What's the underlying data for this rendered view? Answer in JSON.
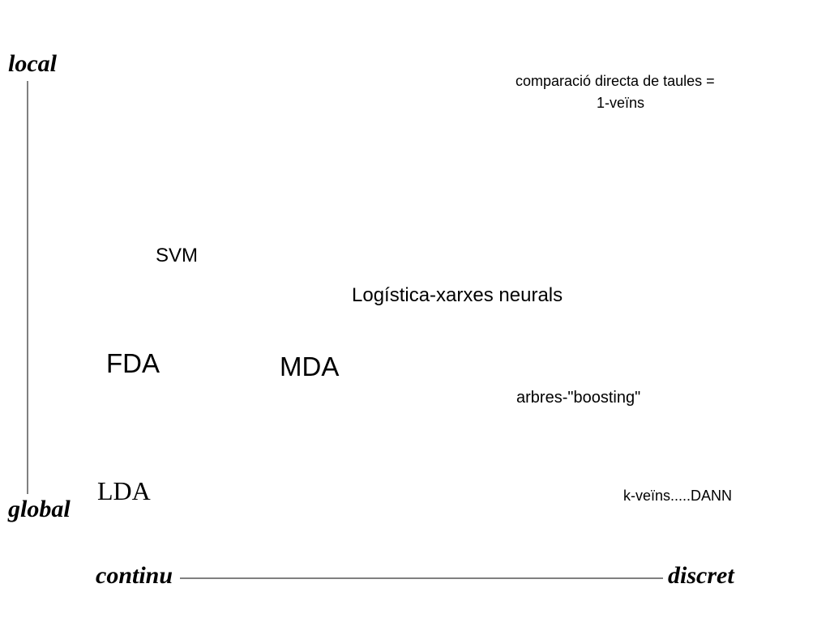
{
  "axes": {
    "vertical": {
      "top_label": "local",
      "bottom_label": "global"
    },
    "horizontal": {
      "left_label": "continu",
      "right_label": "discret"
    }
  },
  "methods": {
    "comparacio_line1": "comparació directa de taules =",
    "comparacio_line2": "1-veïns",
    "svm": "SVM",
    "logistica": "Logística-xarxes neurals",
    "fda": "FDA",
    "mda": "MDA",
    "arbres": "arbres-\"boosting\"",
    "lda": "LDA",
    "kveins": "k-veïns.....DANN"
  },
  "colors": {
    "ink": "#000000",
    "background": "#ffffff"
  }
}
